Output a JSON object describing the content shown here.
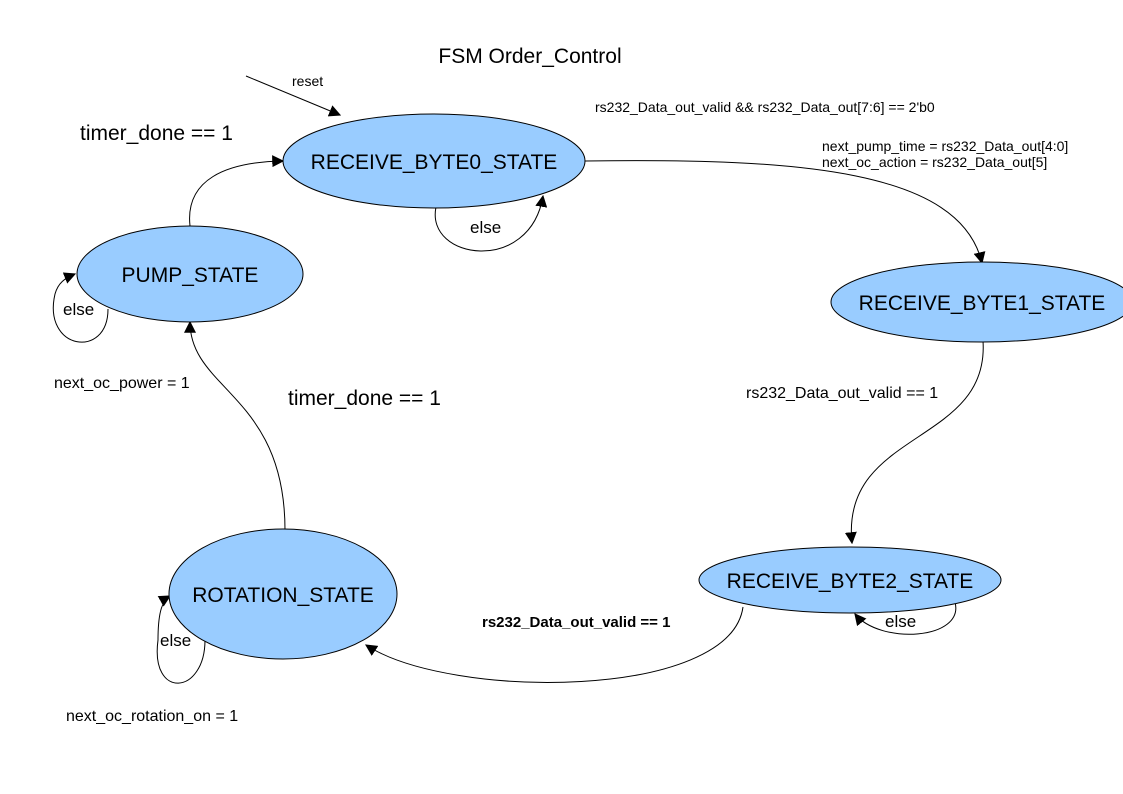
{
  "title": "FSM Order_Control",
  "states": {
    "receive_byte0": "RECEIVE_BYTE0_STATE",
    "receive_byte1": "RECEIVE_BYTE1_STATE",
    "receive_byte2": "RECEIVE_BYTE2_STATE",
    "pump": "PUMP_STATE",
    "rotation": "ROTATION_STATE"
  },
  "labels": {
    "reset": "reset",
    "byte0_condition": "rs232_Data_out_valid &&  rs232_Data_out[7:6] == 2'b0",
    "byte0_action_1": "next_pump_time = rs232_Data_out[4:0]",
    "byte0_action_2": "next_oc_action = rs232_Data_out[5]",
    "byte0_else": "else",
    "byte1_condition": "rs232_Data_out_valid == 1",
    "byte2_condition": "rs232_Data_out_valid == 1",
    "byte2_else": "else",
    "rotation_timer": "timer_done == 1",
    "rotation_else": "else",
    "rotation_action": "next_oc_rotation_on = 1",
    "pump_timer": "timer_done == 1",
    "pump_else": "else",
    "pump_action": "next_oc_power = 1"
  },
  "colors": {
    "state_fill": "#99ccff",
    "stroke": "#000000",
    "background": "#ffffff"
  }
}
